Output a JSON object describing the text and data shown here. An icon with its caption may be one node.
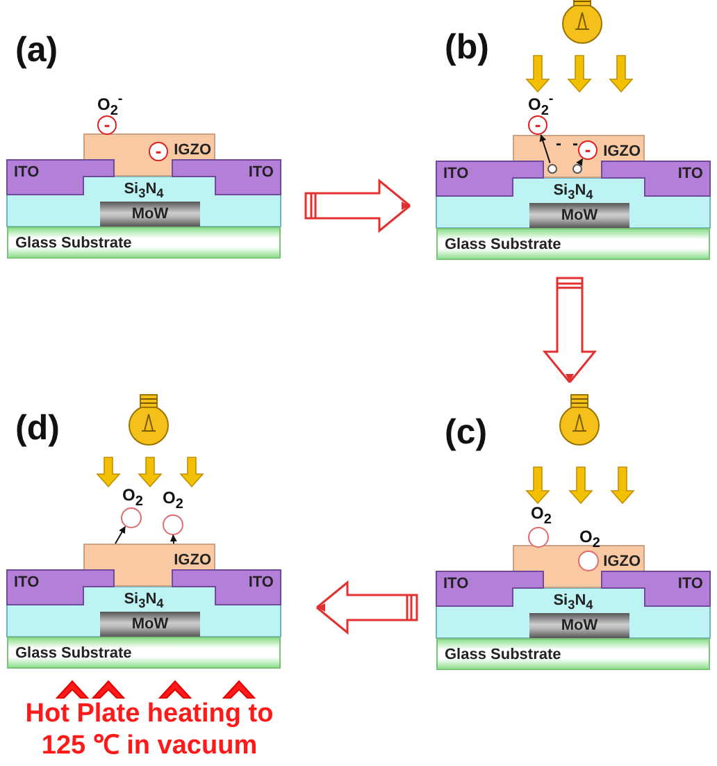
{
  "diagram": {
    "nodes": [
      {
        "text": [
          "(a)"
        ]
      },
      {
        "text": [
          "IGZO"
        ],
        "in": 0
      },
      {
        "text": [
          "ITO"
        ],
        "in": 0
      },
      {
        "text": [
          "ITO"
        ],
        "in": 0
      },
      {
        "text": [
          "Si$_{3}$N$_{4}$"
        ],
        "in": 0
      },
      {
        "text": [
          "MoW"
        ],
        "in": 4
      },
      {
        "text": [
          "Glass Substrate"
        ],
        "in": 0
      },
      {
        "text": [
          "-"
        ],
        "beside": [
          "O$_{2}$$^{-}$"
        ],
        "in": 0
      },
      {
        "text": [
          "-"
        ],
        "in": 1
      },
      {
        "text": [
          "(b)"
        ]
      },
      {
        "text": [
          "IGZO"
        ],
        "in": 9
      },
      {
        "text": [
          "ITO"
        ],
        "in": 9
      },
      {
        "text": [
          "ITO"
        ],
        "in": 9
      },
      {
        "text": [
          "Si$_{3}$N$_{4}$"
        ],
        "in": 9
      },
      {
        "text": [
          "MoW"
        ],
        "in": 13
      },
      {
        "text": [
          "Glass Substrate"
        ],
        "in": 9
      },
      {
        "text": [
          "-"
        ],
        "beside": [
          "O$_{2}$$^{-}$"
        ],
        "in": 9
      },
      {
        "text": [
          "-"
        ],
        "in": 10
      },
      {
        "text": [],
        "shape": "circle",
        "in": 10
      },
      {
        "text": [],
        "shape": "circle",
        "in": 10
      },
      {
        "text": [
          "(c)"
        ]
      },
      {
        "text": [
          "IGZO"
        ],
        "in": 20
      },
      {
        "text": [
          "ITO"
        ],
        "in": 20
      },
      {
        "text": [
          "ITO"
        ],
        "in": 20
      },
      {
        "text": [
          "Si$_{3}$N$_{4}$"
        ],
        "in": 20
      },
      {
        "text": [
          "MoW"
        ],
        "in": 24
      },
      {
        "text": [
          "Glass Substrate"
        ],
        "in": 20
      },
      {
        "text": [],
        "shape": "circle",
        "beside": [
          "O$_{2}$"
        ],
        "in": 20
      },
      {
        "text": [],
        "shape": "circle",
        "beside": [
          "O$_{2}$"
        ],
        "in": 21
      },
      {
        "text": [
          "(d)"
        ],
        "beside": [
          "Hot Plate heating to 125 ℃ in vacuum"
        ]
      },
      {
        "text": [
          "IGZO"
        ],
        "in": 29
      },
      {
        "text": [
          "ITO"
        ],
        "in": 29
      },
      {
        "text": [
          "ITO"
        ],
        "in": 29
      },
      {
        "text": [
          "Si$_{3}$N$_{4}$"
        ],
        "in": 29
      },
      {
        "text": [
          "MoW"
        ],
        "in": 33
      },
      {
        "text": [
          "Glass Substrate"
        ],
        "in": 29
      },
      {
        "text": [],
        "shape": "circle",
        "beside": [
          "O$_{2}$"
        ],
        "in": 29
      },
      {
        "text": [],
        "shape": "circle",
        "beside": [
          "O$_{2}$"
        ],
        "in": 29
      }
    ],
    "edges": [
      {
        "from": 0,
        "to": 9,
        "arrow": "to",
        "color": "#e03030"
      },
      {
        "from": 9,
        "to": 20,
        "arrow": "to",
        "color": "#e03030"
      },
      {
        "from": 20,
        "to": 29,
        "arrow": "to",
        "color": "#e03030"
      },
      {
        "from": 18,
        "to": 16,
        "arrow": "to"
      },
      {
        "from": 19,
        "to": 17,
        "arrow": "to"
      },
      {
        "from": 30,
        "to": 36,
        "arrow": "to"
      },
      {
        "from": 30,
        "to": 37,
        "arrow": "to"
      }
    ],
    "labels": [
      "-",
      "-"
    ]
  }
}
